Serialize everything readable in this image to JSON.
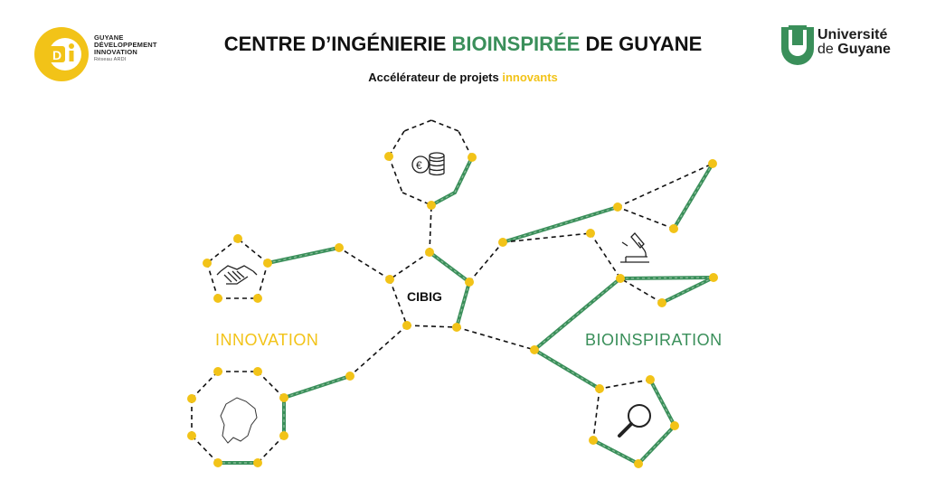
{
  "logo_left": {
    "line1": "GUYANE",
    "line2": "DÉVELOPPEMENT",
    "line3": "INNOVATION",
    "line4": "Réseau ARDI"
  },
  "title": {
    "part1": "CENTRE D’INGÉNIERIE ",
    "part2": "BIOINSPIRÉE",
    "part3": " DE GUYANE"
  },
  "subtitle": {
    "part1": "Accélérateur de projets ",
    "part2": "innovants"
  },
  "logo_right": {
    "line1": "Université",
    "line2_a": "de ",
    "line2_b": "Guyane"
  },
  "labels": {
    "center": "CIBIG",
    "innovation": "INNOVATION",
    "bioinspiration": "BIOINSPIRATION"
  },
  "colors": {
    "yellow": "#f2c318",
    "green": "#3a8f5a",
    "dark": "#111111"
  },
  "icons": [
    "euro-coins-icon",
    "handshake-icon",
    "french-guiana-map-icon",
    "microscope-icon",
    "magnifier-icon"
  ]
}
